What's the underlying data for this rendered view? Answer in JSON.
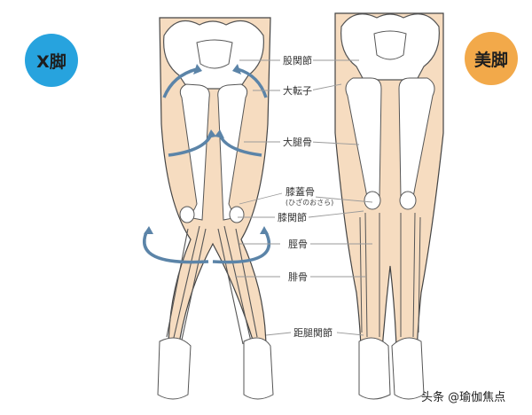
{
  "badges": {
    "left": {
      "text": "X脚",
      "color": "#27a3de"
    },
    "right": {
      "text": "美脚",
      "color": "#f2a94a"
    }
  },
  "labels": {
    "hip_joint": "股関節",
    "greater_trochanter": "大転子",
    "femur": "大腿骨",
    "patella": "膝蓋骨",
    "patella_reading": "(ひざのおさら)",
    "knee_joint": "膝関節",
    "tibia": "脛骨",
    "fibula": "腓骨",
    "ankle_joint": "距腿関節"
  },
  "watermark": "头条 @瑜伽焦点",
  "colors": {
    "skin": "#f6dcc0",
    "bone_outline": "#555555",
    "arrow": "#5b84a8",
    "leader": "#9a9a9a"
  }
}
